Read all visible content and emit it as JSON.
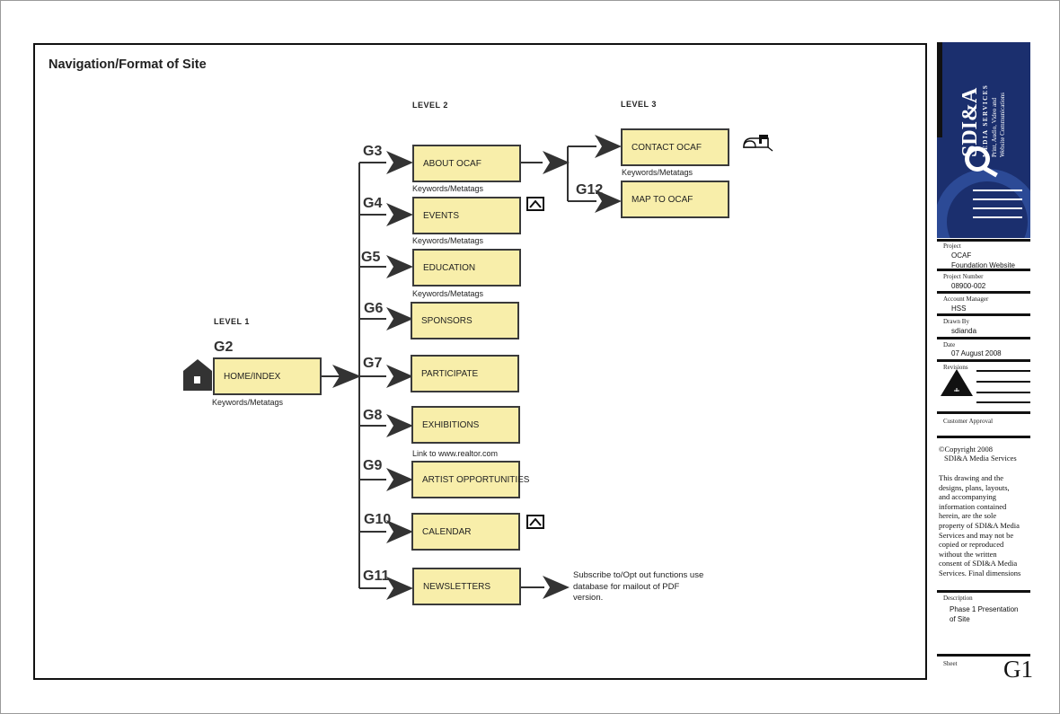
{
  "title": "Navigation/Format of Site",
  "levels": {
    "level1": "LEVEL 1",
    "level2": "LEVEL 2",
    "level3": "LEVEL 3"
  },
  "home": {
    "group": "G2",
    "label": "HOME/INDEX",
    "caption": "Keywords/Metatags"
  },
  "level2_pages": [
    {
      "group": "G3",
      "label": "ABOUT OCAF",
      "caption": "Keywords/Metatags"
    },
    {
      "group": "G4",
      "label": "EVENTS",
      "caption": "Keywords/Metatags"
    },
    {
      "group": "G5",
      "label": "EDUCATION",
      "caption": "Keywords/Metatags"
    },
    {
      "group": "G6",
      "label": "SPONSORS",
      "caption": ""
    },
    {
      "group": "G7",
      "label": "PARTICIPATE",
      "caption": ""
    },
    {
      "group": "G8",
      "label": "EXHIBITIONS",
      "caption": "Link to www.realtor.com"
    },
    {
      "group": "G9",
      "label": "ARTIST OPPORTUNITIES",
      "caption": ""
    },
    {
      "group": "G10",
      "label": "CALENDAR",
      "caption": ""
    },
    {
      "group": "G11",
      "label": "NEWSLETTERS",
      "caption": ""
    }
  ],
  "level3_pages": [
    {
      "group": "",
      "label": "CONTACT OCAF",
      "caption": "Keywords/Metatags"
    },
    {
      "group": "G12",
      "label": "MAP TO OCAF",
      "caption": ""
    }
  ],
  "newsletter_note": "Subscribe to/Opt out functions use database for mailout of PDF version.",
  "icons": {
    "home": "house-icon",
    "events_toggle": "chevron-up-icon",
    "calendar_toggle": "chevron-up-icon",
    "contact": "mailbox-icon",
    "revisions": "triangle-icon"
  },
  "colors": {
    "box_fill": "#f8eeaa",
    "box_border": "#3a3a3a",
    "logo_bg": "#1b2f6e"
  },
  "title_block": {
    "logo_name": "SDI&A",
    "logo_sub": "MEDIA SERVICES",
    "logo_tagline": [
      "Print, Audio, Video and",
      "Website Communications"
    ],
    "project_label": "Project",
    "project_value": [
      "OCAF",
      "Foundation Website"
    ],
    "project_number_label": "Project Number",
    "project_number_value": "08900-002",
    "account_manager_label": "Account Manager",
    "account_manager_value": "HSS",
    "drawn_by_label": "Drawn By",
    "drawn_by_value": "sdianda",
    "date_label": "Date",
    "date_value": "07 August 2008",
    "revisions_label": "Revisions",
    "customer_approval_label": "Customer Approval",
    "copyright": [
      "©Copyright 2008",
      "SDI&A Media Services"
    ],
    "disclaimer": [
      "This drawing and the",
      "designs, plans, layouts,",
      "and accompanying",
      "information contained",
      "herein, are the sole",
      "property of SDI&A Media",
      "Services and may not be",
      "copied or reproduced",
      "without the written",
      "consent of SDI&A Media",
      "Services.  Final dimensions"
    ],
    "description_label": "Description",
    "description_value": [
      "Phase 1 Presentation",
      "of Site"
    ],
    "sheet_label": "Sheet",
    "sheet_value": "G1"
  }
}
